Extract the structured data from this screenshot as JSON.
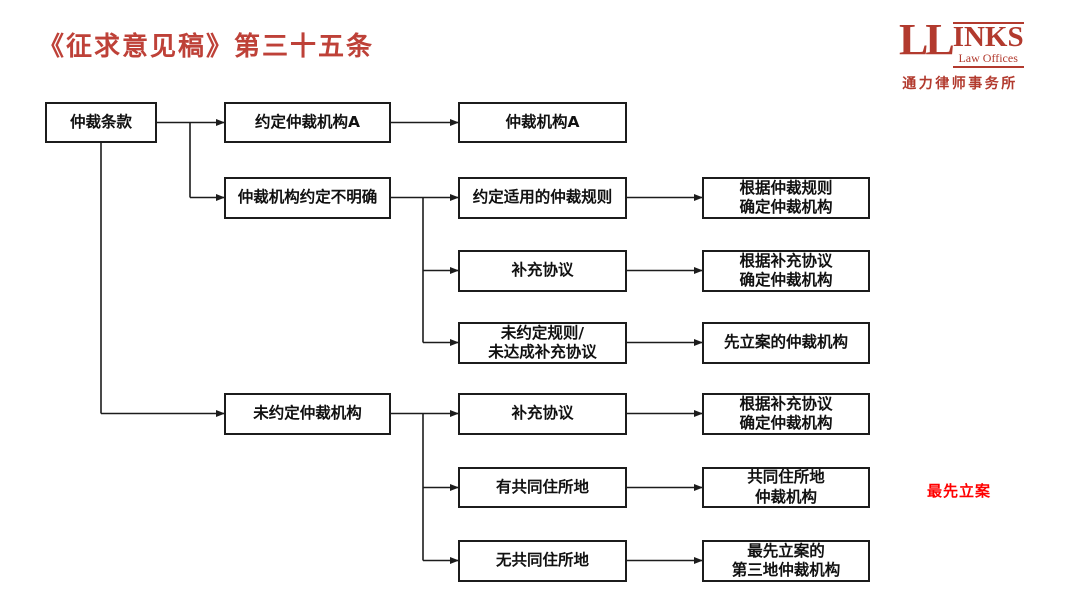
{
  "slide": {
    "title": "《征求意见稿》第三十五条"
  },
  "logo": {
    "ll": "LL",
    "inks": "INKS",
    "subtitle": "Law Offices",
    "chinese": "通力律师事务所"
  },
  "flowchart": {
    "nodes": {
      "arbitration_clause": "仲裁条款",
      "agreed_institution_a": "约定仲裁机构A",
      "institution_a": "仲裁机构A",
      "institution_unclear": "仲裁机构约定不明确",
      "agreed_rules": "约定适用的仲裁规则",
      "determine_by_rules": "根据仲裁规则\n确定仲裁机构",
      "supplementary_agreement_1": "补充协议",
      "determine_by_supplement_1": "根据补充协议\n确定仲裁机构",
      "no_rules_no_supplement": "未约定规则/\n未达成补充协议",
      "first_filed_institution": "先立案的仲裁机构",
      "no_agreed_institution": "未约定仲裁机构",
      "supplementary_agreement_2": "补充协议",
      "determine_by_supplement_2": "根据补充协议\n确定仲裁机构",
      "common_domicile": "有共同住所地",
      "common_domicile_institution": "共同住所地\n仲裁机构",
      "no_common_domicile": "无共同住所地",
      "first_filed_third_place": "最先立案的\n第三地仲裁机构"
    },
    "annotation": "最先立案"
  },
  "colors": {
    "title_red": "#BE4138",
    "logo_red": "#B23A2E",
    "annotation_red": "#FF0000",
    "line_black": "#1C1C1C"
  }
}
